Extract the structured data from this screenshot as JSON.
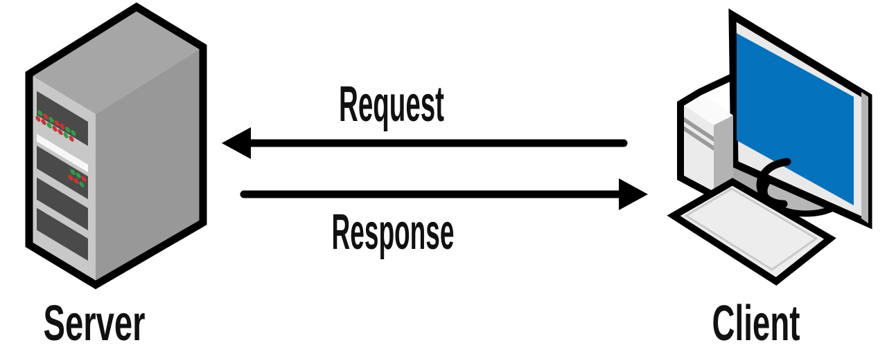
{
  "figure": {
    "type": "client-server-request-response-diagram",
    "nodes": [
      {
        "id": "server",
        "label": "Server",
        "icon": "server-tower-icon"
      },
      {
        "id": "client",
        "label": "Client",
        "icon": "desktop-computer-icon"
      }
    ],
    "arrows": [
      {
        "id": "request",
        "label": "Request",
        "from": "Client",
        "to": "Server",
        "direction": "right-to-left"
      },
      {
        "id": "response",
        "label": "Response",
        "from": "Server",
        "to": "Client",
        "direction": "left-to-right"
      }
    ],
    "colors": {
      "background": "#ffffff",
      "outline": "#000000",
      "text": "#111111",
      "server_front": "#c8c8c8",
      "server_top": "#a6a6a6",
      "server_side": "#989898",
      "server_bay": "#4a4a4a",
      "server_stripe": "#f7f7f7",
      "led_green": "#2f9e41",
      "led_red": "#cc3333",
      "screen_blue": "#0472bd",
      "monitor_bezel": "#e9e9e9",
      "monitor_side": "#b5b5b5",
      "monitor_rear": "#a9a9a9",
      "monitor_base": "#b7b7b7",
      "tower_front": "#ebebeb",
      "tower_top": "#fafafa",
      "tower_side": "#b3b3b3",
      "tower_vent": "#9a9a9a",
      "keyboard_top": "#ededed",
      "keyboard_inner_line": "#c9c9c9"
    }
  }
}
